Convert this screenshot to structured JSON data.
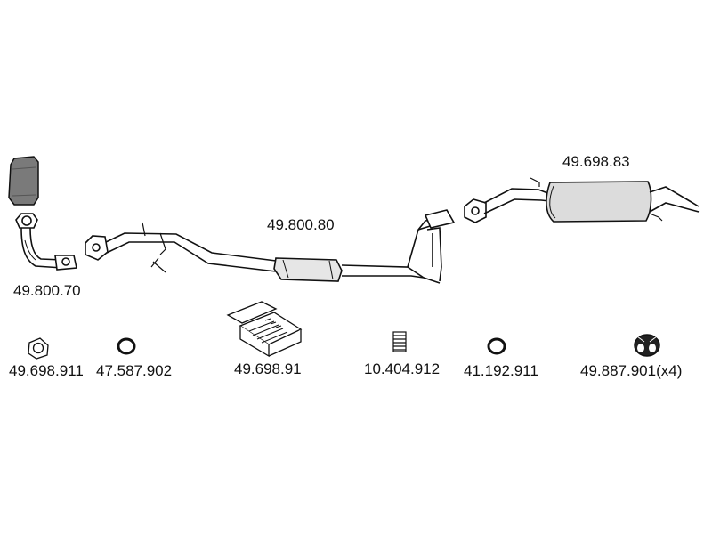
{
  "colors": {
    "line": "#111111",
    "catalyst_fill": "#7a7a7a",
    "muffler_fill": "#dcdcdc",
    "background": "#ffffff"
  },
  "parts": {
    "rear_muffler": {
      "part_no": "49.698.83",
      "icon": "rear-muffler-drawing"
    },
    "middle_pipe": {
      "part_no": "49.800.80",
      "icon": "middle-pipe-drawing"
    },
    "front_pipe": {
      "part_no": "49.800.70",
      "icon": "front-pipe-drawing"
    },
    "catalyst": {
      "icon": "catalytic-converter-drawing"
    },
    "gasket": {
      "part_no": "49.698.911",
      "icon": "flange-gasket-drawing"
    },
    "seal_ring_a": {
      "part_no": "47.587.902",
      "icon": "seal-ring-drawing"
    },
    "mounting_kit": {
      "part_no": "49.698.91",
      "icon": "mounting-kit-box-drawing"
    },
    "spring": {
      "part_no": "10.404.912",
      "icon": "spring-drawing"
    },
    "seal_ring_b": {
      "part_no": "41.192.911",
      "icon": "seal-ring-drawing"
    },
    "rubber_hanger": {
      "part_no": "49.887.901(x4)",
      "icon": "rubber-hanger-drawing"
    }
  }
}
